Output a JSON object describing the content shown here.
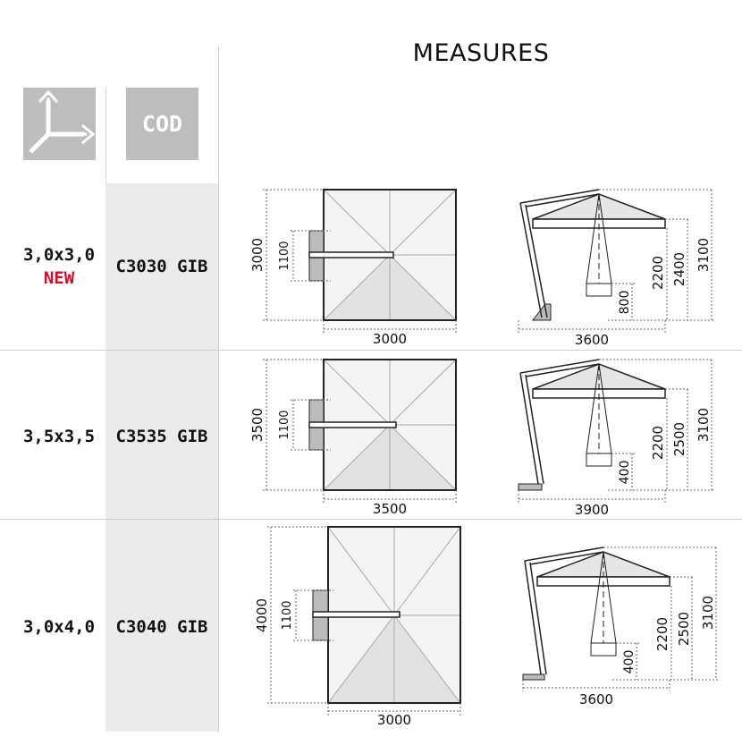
{
  "header": {
    "title": "MEASURES",
    "code_label": "COD",
    "dimension_icon": "axes-3d-icon"
  },
  "colors": {
    "accent_new": "#c8102e",
    "header_tile": "#bdbdbd",
    "code_column": "#ebebeb"
  },
  "rows": [
    {
      "size": "3,0x3,0",
      "badge": "NEW",
      "code": "C3030 GIB",
      "top_view": {
        "width_label": "3000",
        "depth_label": "3000",
        "arm_label": "1100"
      },
      "side_view": {
        "spread_label": "3600",
        "clearance_label": "2200",
        "eave_label": "2400",
        "total_label": "3100",
        "drop_label": "800"
      }
    },
    {
      "size": "3,5x3,5",
      "badge": "",
      "code": "C3535 GIB",
      "top_view": {
        "width_label": "3500",
        "depth_label": "3500",
        "arm_label": "1100"
      },
      "side_view": {
        "spread_label": "3900",
        "clearance_label": "2200",
        "eave_label": "2500",
        "total_label": "3100",
        "drop_label": "400"
      }
    },
    {
      "size": "3,0x4,0",
      "badge": "",
      "code": "C3040 GIB",
      "top_view": {
        "width_label": "3000",
        "depth_label": "4000",
        "arm_label": "1100"
      },
      "side_view": {
        "spread_label": "3600",
        "clearance_label": "2200",
        "eave_label": "2500",
        "total_label": "3100",
        "drop_label": "400"
      }
    }
  ]
}
